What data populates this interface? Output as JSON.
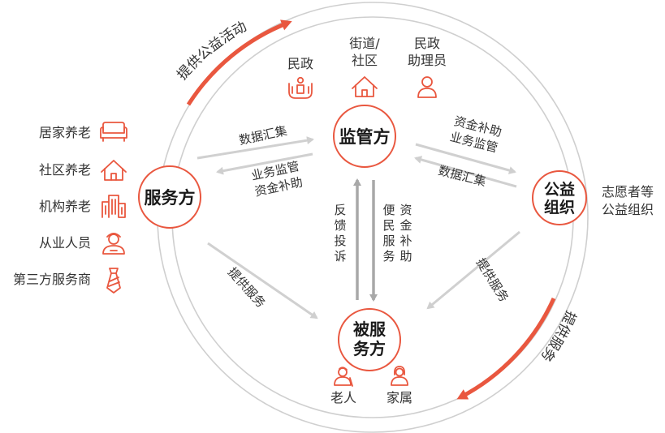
{
  "colors": {
    "accent": "#e9573f",
    "gray_arrow": "#d0d0d0",
    "dark_arrow": "#a8a8a8",
    "ring": "#cfcfcf"
  },
  "nodes": {
    "supervisor": "监管方",
    "service_provider": "服务方",
    "public_welfare": [
      "公益",
      "组织"
    ],
    "served": [
      "被服",
      "务方"
    ]
  },
  "supervisor_members": [
    {
      "label": [
        "民政"
      ],
      "icon": "hands-person-icon"
    },
    {
      "label": [
        "街道/",
        "社区"
      ],
      "icon": "house-icon"
    },
    {
      "label": [
        "民政",
        "助理员"
      ],
      "icon": "person-icon"
    }
  ],
  "provider_types": [
    {
      "label": "居家养老",
      "icon": "sofa-icon"
    },
    {
      "label": "社区养老",
      "icon": "house-icon"
    },
    {
      "label": "机构养老",
      "icon": "building-icon"
    },
    {
      "label": "从业人员",
      "icon": "worker-icon"
    },
    {
      "label": "第三方服务商",
      "icon": "tie-icon"
    }
  ],
  "public_welfare_desc": [
    "志愿者等",
    "公益组织"
  ],
  "served_members": [
    {
      "label": "老人",
      "icon": "elder-icon"
    },
    {
      "label": "家属",
      "icon": "woman-icon"
    }
  ],
  "flows": {
    "provider_to_supervisor": "数据汇集",
    "supervisor_to_provider": [
      "业务监管",
      "资金补助"
    ],
    "supervisor_to_welfare": [
      "资金补助",
      "业务监管"
    ],
    "welfare_to_supervisor": "数据汇集",
    "served_to_supervisor": [
      "反",
      "馈",
      "投",
      "诉"
    ],
    "supervisor_to_served_a": [
      "便",
      "民",
      "服",
      "务"
    ],
    "supervisor_to_served_b": [
      "资",
      "金",
      "补",
      "助"
    ],
    "provider_to_served": "提供服务",
    "welfare_to_served": "提供服务"
  },
  "outer_arcs": {
    "top_left": "提供公益活动",
    "bottom_right": "提供服务"
  }
}
